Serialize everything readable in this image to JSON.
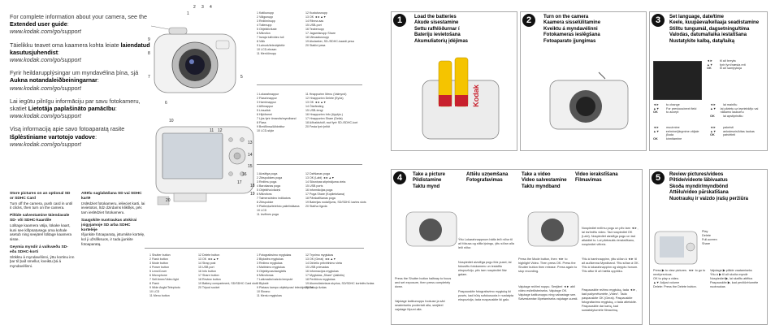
{
  "intro": {
    "p1_text": "For complete information about your camera, see the ",
    "p1_bold": "Extended user guide",
    "p1_url": "www.kodak.com/go/support",
    "p2_text": "Täielikku teavet oma kaamera kohta leiate ",
    "p2_bold": "laiendatud kasutusjuhendist",
    "p2_url": "www.kodak.com/go/support",
    "p3_text": "Fyrir heildarupplýsingar um myndavélina þína, sjá ",
    "p3_bold": "Aukna notandaleiðbeiningarnar",
    "p3_url": "www.kodak.com/go/support",
    "p4_text": "Lai iegūtu pilnīgu informāciju par savu fotokameru, skatiet ",
    "p4_bold": "Lietotāja paplašināto pamācību",
    "p4_url": "www.kodak.com/go/support",
    "p5_text": "Visą informaciją apie savo fotoaparatą rasite ",
    "p5_bold": "Išplėstiniame vartotojo vadove",
    "p5_url": "www.kodak.com/go/support"
  },
  "callouts": {
    "front": [
      "1",
      "2",
      "3",
      "4",
      "5",
      "6",
      "7",
      "8",
      "9"
    ],
    "back": [
      "10",
      "11",
      "12",
      "13",
      "14",
      "15",
      "16",
      "17",
      "18",
      "19",
      "20"
    ]
  },
  "lists": {
    "en_a": [
      "1 Shutter button",
      "2 Flash button",
      "3 Mode button",
      "4 Power button",
      "5 Lens/Cover",
      "6 Microphone",
      "7 Self-timer/Video light",
      "8 Flash",
      "9 Wide Angle/Telephoto",
      "10 LCD",
      "11 Menu button"
    ],
    "en_b": [
      "12 Delete button",
      "13 OK ◄►▲▼",
      "14 Strap post",
      "15 USB port",
      "16 Info button",
      "17 Share button",
      "18 Review button",
      "19 Battery compartment, SD/SDHC Card slot",
      "20 Tripod socket"
    ],
    "et_a": [
      "1 Katikunupp",
      "2 Välgunupp",
      "3 Režiiminupp",
      "4 Toitenupp",
      "5 Objektiiv/kate",
      "6 Mikrofon",
      "7 Iseaja tuli/video tuli",
      "8 Välk",
      "9 Lainurk/teleobjektiiv",
      "10 LCD-ekraan",
      "11 Menüünupp"
    ],
    "et_b": [
      "12 Kustutusnupp",
      "13 OK ◄►▲▼",
      "14 Rihma aas",
      "15 USB-port",
      "16 Teabenupp",
      "17 Jagamisnupp Share",
      "18 Ülevaatusnupp",
      "19 Akulaeker, SD-/SDHC-kaardi pesa",
      "20 Statiivi pesa"
    ],
    "is_a": [
      "1 Lokarahnappur",
      "2 Flasshnappur",
      "3 Hamhnappur",
      "4 Aflhnappur",
      "5 Linsa/lok",
      "6 Hljóðnemi",
      "7 Ljós fyrir tímarofa/myndband",
      "8 Flass",
      "9 Breiðlinsa/Aðdráttur",
      "10 LCD-skjár"
    ],
    "is_b": [
      "11 Hnappurinn Menu (Valmynd)",
      "12 Hnappurinn Delete (Eyða)",
      "13 OK ◄►▲▼",
      "14 Ólarfesting",
      "15 USB-tengi",
      "16 Hnappurinn Info (Upplýs.)",
      "17 Hnappurinn Share (Deila)",
      "18 Aðhaldshólf, rauf fyrir SD-/SDHC-kort",
      "20 Festa fyrir þrífót"
    ],
    "lv_a": [
      "1 Aizslēga poga",
      "2 Zibspuldzes poga",
      "3 Režīmu poga",
      "4 Barošanas poga",
      "5 Objektīvs/vāciņš",
      "6 Mikrofons",
      "7 Taimera/video indikators",
      "8 Zibspuldze",
      "9 Platleņķa/telefoto palielināšana",
      "10 LCD",
      "11 Izvēlnes poga"
    ],
    "lv_b": [
      "12 Dzēšanas poga",
      "13 OK (Labi) ◄►▲▼",
      "14 Siksniņas stiprinājuma vieta",
      "15 USB ports",
      "16 Informācijas poga",
      "17 Poga Share (Koplietošana)",
      "18 Pārskatīšanas poga",
      "19 Baterijas nodalījums, SD/SDHC kartes slots",
      "20 Statīva ligzda"
    ],
    "lt_a": [
      "1 Fotografavimo mygtukas",
      "2 Blykstės mygtukas",
      "3 Režimo mygtukas",
      "4 Maitinimo mygtukas",
      "5 Objektyvas/dangtelis",
      "6 Mikrofonas",
      "7 Laikmačio/vaizdo lemputė",
      "8 Blykstė",
      "9 Plataus kampo objektyvas/ teleobjektyvas",
      "10 Ekrano",
      "11 Meniu mygtukas"
    ],
    "lt_b": [
      "12 Trynimo mygtukas",
      "13 OK (Gerai) ◄►▲▼",
      "14 Dirželio pritvirtinimo vieta",
      "15 USB prievadas",
      "16 Informacijos mygtukas",
      "17 Mygtukas „Share“ (dalintis)",
      "18 Peržiūros mygtukas",
      "19 Akumuliatoriaus skyrius, SD/SDHC kortelės lizdas",
      "20 Trikojo lizdas"
    ]
  },
  "sd": {
    "en_title": "Store pictures on an optional SD or SDHC Card",
    "en_text": "Turn off the camera, push card in until it clicks, then turn on the camera.",
    "et_title": "Piltide salvestamine täiendavale SD- või SDHC-kaardile",
    "et_text": "Lülitage kaamera välja, lükake kaart, kuni see klõpsatusega oma kohale asetub ning seejärel lülitage kaamera sisse.",
    "lt_title": "Geymia myndir á valkvæðu SD- eða SDHC-korti",
    "lt_text": "Slökktu á myndavélinni, ýttu kortinu inn þar til það smellur, kveiktu þá á myndavélinni.",
    "lv_title": "Attēlu saglabāšana SD vai SDHC kartē",
    "lv_text": "Izslēdziet fotokameru, ielieciet karti, lai ievietotos, līdz dzirdams klikšķis, pēc tam ieslēdziet fotokameru.",
    "ls_title": "Saugokite nuotraukas atskirai įsigyjamoje SD arba SDHC kortelėje",
    "ls_text": "Išjunkite fotoaparatą, įstumkite kortelę, kol ji užsifiksuos, ir tada įjunkite fotoaparatą."
  },
  "steps": {
    "s1_num": "1",
    "s1_title": [
      "Load the batteries",
      "Akude sisestamine",
      "Settu rafhlöðurnar í",
      "Bateriju ievietošana",
      "Akumuliatorių įdėjimas"
    ],
    "s1_brand": "Kodak",
    "s2_num": "2",
    "s2_title": [
      "Turn on the camera",
      "Kaamera sisselülitamine",
      "Kveiktu á myndavélinni",
      "Fotokameras ieslēgšana",
      "Fotoaparato įjungimas"
    ],
    "s3_num": "3",
    "s3_title": [
      "Set language, date/time",
      "Keele, kuupäeva/kellaaja seadistamine",
      "Stilltu tungumál, dagsetningu/tíma",
      "Valodas, datuma/laika iestatīšana",
      "Nustatykite kalbą, datą/laiką"
    ],
    "s3_rows": [
      {
        "k": "◄►",
        "v": "to change"
      },
      {
        "k": "▲▼",
        "v": "For previous/next field"
      },
      {
        "k": "OK",
        "v": "to accept"
      }
    ],
    "s3_rows_et": [
      {
        "k": "◄►",
        "v": "muutmine"
      },
      {
        "k": "▲▼",
        "v": "eelmine/järgmine väljale jõuda"
      },
      {
        "k": "OK",
        "v": "kinnitamine"
      }
    ],
    "s3_rows_is": [
      {
        "k": "◄►",
        "v": "til að breyta"
      },
      {
        "k": "▲▼",
        "v": "fyrir fyrri/næsta reit"
      },
      {
        "k": "OK",
        "v": "til að samþykkja"
      }
    ],
    "s3_rows_lv": [
      {
        "k": "◄►",
        "v": "lai mainītu"
      },
      {
        "k": "▲▼",
        "v": "lai pārietu uz iepriekšējo vai nākamo laukumu"
      },
      {
        "k": "OK",
        "v": "lai apstiprinātu"
      }
    ],
    "s3_rows_lt": [
      {
        "k": "◄►",
        "v": "pakeisti"
      },
      {
        "k": "▲▼",
        "v": "ankstesnis/kitas laukas"
      },
      {
        "k": "OK",
        "v": "patvirtinti"
      }
    ],
    "s4_num": "4",
    "s4_cols": [
      "Take a picture",
      "Pildistamine",
      "Taktu mynd"
    ],
    "s4_cols2": [
      "Attēlu uzņemšana",
      "Fotografavimas"
    ],
    "s4_cols3": [
      "Take a video",
      "Video salvestamine",
      "Taktu myndband"
    ],
    "s4_cols4": [
      "Video ierakstīšana",
      "Filmavimas"
    ],
    "s4_text_en": "Press the Shutter button halfway to focus and set exposure, then press completely down.",
    "s4_text_et": "Vajutage katikunuppu fookuse ja säri seadmiseks poolenisti alla, seejärel vajutage lõpuni alla.",
    "s4_text_is": "Ýttu Lokarahnappnum hálfa leið niður til að fókusa og stilla lýsingu, ýttu síðan alla leið niður.",
    "s4_text_lv": "Nospiediet aizslēga pogu līdz pusei, lai fokusētu fotokameru un iestatītu ekspozīciju, pēc tam nospiediet līdz galam.",
    "s4_text_lt": "Paspauskite fotografavimo mygtuką iki pusės, kad būtų sufokusuota ir nustatyta ekspozicija, tada nuspauskite iki galo.",
    "s4_video_en": "Press the Mode button, then ◄► to highlight Video. Then press OK. Press the Shutter button then release. Press again to stop recording.",
    "s4_video_et": "Vajutage režiimi nuppu. Seejärel ◄► abil video esiletõstmiseks. Vajutage OK. Vajutage katikunuppu ning vabastage see. Salvestamise lõpetamiseks vajutage uuesti.",
    "s4_video_lv": "Nospiediet režīmu pogu un pēc tam ◄►, lai iezīmētu video. Tad nospiediet OK (Labi). Nospiediet aizslēga pogu un tad atlaidiet to. Lai pārtrauktu ierakstīšanu, nospiediet vēlreiz.",
    "s4_video_is": "Ýttu á hamhnappinn, ýttu síðan á ◄► til að auðkenna Myndband. Ýttu síðan á OK. Ýttu á lokarahnappinn og slepptu honum. Ýttu aftur til að hætta upptöku.",
    "s4_video_lt": "Paspauskite režimo mygtuką, tada ◄►, kad pažymėtumėte „Video“. Tada paspauskite OK (Gerai). Paspauskite fotografavimo mygtuką, o tada atleiskite. Paspauskite dar kartą, kad sustabdytumėte filmavimą.",
    "s5_num": "5",
    "s5_title": [
      "Review pictures/videos",
      "Piltide/videote läbivaatus",
      "Skoða myndir/myndbönd",
      "Attēlu/video pārskatīšana",
      "Nuotraukų ir vaizdo įrašų peržiūra"
    ],
    "s5_labels": [
      "Play",
      "Delete",
      "Full-screen",
      "Share"
    ],
    "s5_en": [
      "Press ▶ to view pictures. ◄► to go to next/previous.",
      "OK to play a video.",
      "▲▼ Adjust volume",
      "Delete: Press the Delete button."
    ],
    "s5_other": [
      "Vajutage ▶ piltide vaatamiseks",
      "Ýttu á ▶ til að skoða myndir",
      "Nospiediet ▶, lai skatītu attēlus",
      "Paspauskite ▶, kad peržiūrėtumėte nuotraukas"
    ]
  }
}
